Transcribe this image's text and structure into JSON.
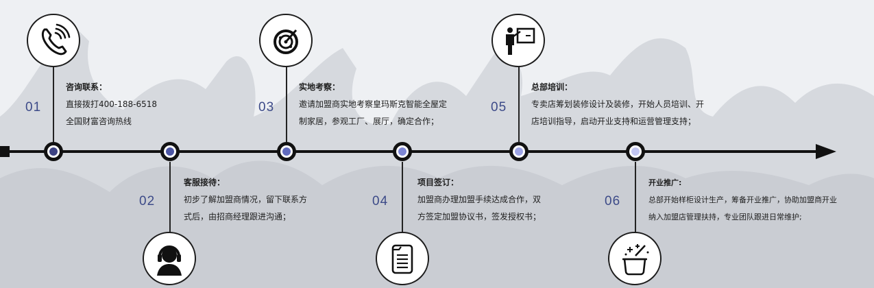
{
  "colors": {
    "axis": "#111111",
    "number": "#3c4a88",
    "node_dots": [
      "#3d4384",
      "#4c56a4",
      "#616bbe",
      "#7d86d4",
      "#9ea5e6",
      "#c2c6f2"
    ]
  },
  "steps": [
    {
      "number": "01",
      "title": "咨询联系：",
      "lines": [
        "直接拨打400-188-6518",
        "全国财富咨询热线"
      ],
      "icon": "phone-icon"
    },
    {
      "number": "02",
      "title": "客服接待：",
      "lines": [
        "初步了解加盟商情况，留下联系方",
        "式后，由招商经理跟进沟通；"
      ],
      "icon": "customer-service-icon"
    },
    {
      "number": "03",
      "title": "实地考察：",
      "lines": [
        "邀请加盟商实地考察皇玛斯克智能全屋定",
        "制家居，参观工厂、展厅，确定合作；"
      ],
      "icon": "radar-icon"
    },
    {
      "number": "04",
      "title": "项目签订：",
      "lines": [
        "加盟商办理加盟手续达成合作，双",
        "方签定加盟协议书，签发授权书；"
      ],
      "icon": "document-icon"
    },
    {
      "number": "05",
      "title": "总部培训：",
      "lines": [
        "专卖店筹划装修设计及装修，开始人员培训、开",
        "店培训指导，启动开业支持和运营管理支持；"
      ],
      "icon": "training-icon"
    },
    {
      "number": "06",
      "title": "开业推广:",
      "lines": [
        "总部开始样柜设计生产，筹备开业推广，协助加盟商开业",
        "纳入加盟店管理扶持，专业团队跟进日常维护;"
      ],
      "icon": "magic-pot-icon"
    }
  ]
}
